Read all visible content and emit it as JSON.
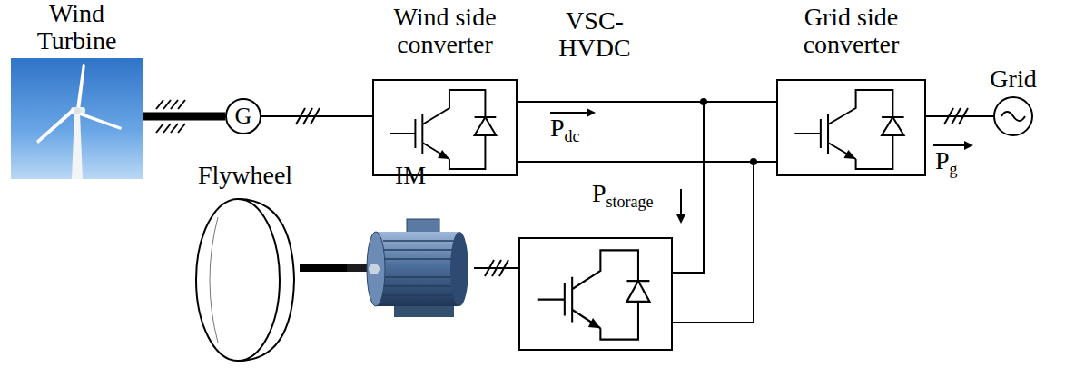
{
  "diagram": {
    "nodes": [
      {
        "text": [
          "Wind Turbine"
        ]
      },
      {
        "text": [
          "G"
        ]
      },
      {
        "text": [
          "Wind side converter"
        ]
      },
      {
        "text": [
          "Grid side converter"
        ]
      },
      {
        "text": [
          "Grid"
        ]
      },
      {
        "text": [
          "Flywheel"
        ]
      },
      {
        "text": [
          "IM"
        ]
      }
    ],
    "edges": [
      {
        "from": 0,
        "to": 1,
        "arrow": "none"
      },
      {
        "from": 1,
        "to": 2,
        "arrow": "none"
      },
      {
        "from": 2,
        "to": 3,
        "arrow": "none"
      },
      {
        "from": 3,
        "to": 4,
        "arrow": "none"
      },
      {
        "from": 5,
        "to": 6,
        "arrow": "none"
      }
    ],
    "labels": [
      "VSC-HVDC",
      "P",
      "dc",
      "P",
      "storage",
      "P",
      "g"
    ]
  }
}
